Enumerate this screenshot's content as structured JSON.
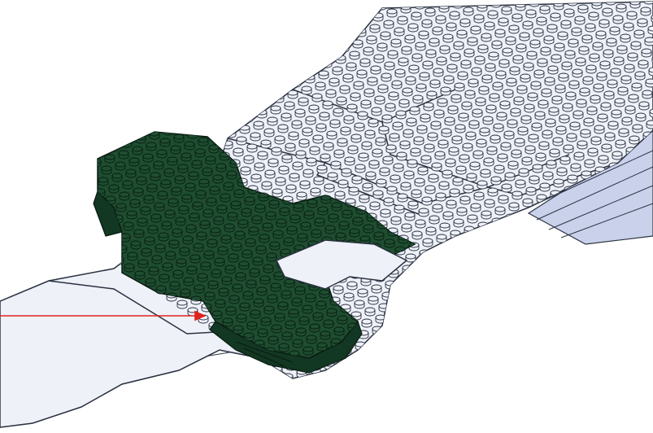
{
  "diagram": {
    "colors": {
      "background": "#ffffff",
      "gray_top": "#eef1f8",
      "gray_side": "#c9d2ea",
      "gray_edge": "#2a3140",
      "green_top": "#1e4d30",
      "green_side": "#123722",
      "green_edge": "#0a1c12",
      "pointer": "#e0221c"
    },
    "regions": [
      {
        "name": "gray-baseplate-region",
        "color": "gray"
      },
      {
        "name": "green-overlay-region",
        "color": "green"
      }
    ],
    "pointer": {
      "name": "placement-arrow",
      "icon": "red-arrow-icon"
    }
  }
}
